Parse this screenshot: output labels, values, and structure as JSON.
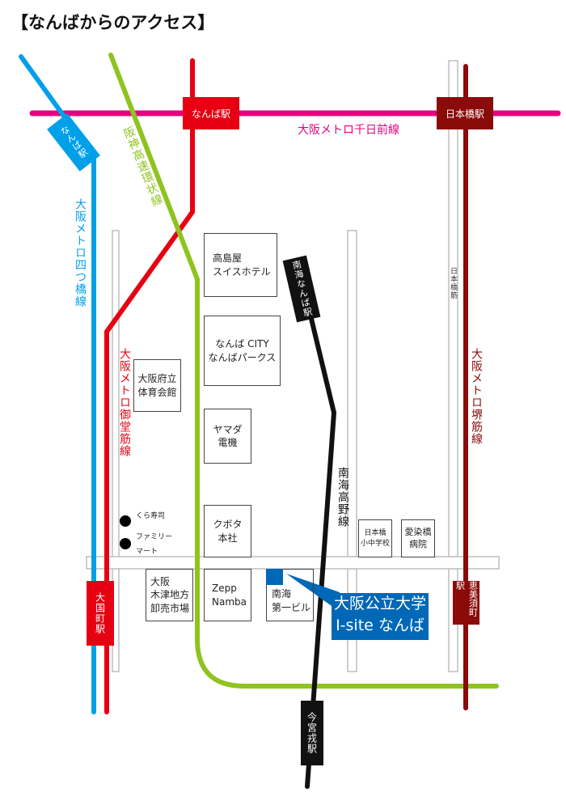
{
  "title": "【なんばからのアクセス】",
  "colors": {
    "sennichimae": "#e4007f",
    "midosuji": "#e60012",
    "yotsubashi": "#00a0e9",
    "hanshin": "#8fc31f",
    "nankai": "#111111",
    "sakaisuji": "#8b0a0a",
    "road": "#bdbdbd",
    "callout": "#0068b7"
  },
  "lines": {
    "sennichimae": "大阪メトロ千日前線",
    "yotsubashi": "大阪メトロ四つ橋線",
    "hanshin": "阪神高速環状線",
    "midosuji": "大阪メトロ御堂筋線",
    "nankai": "南海高野線",
    "sakaisuji": "大阪メトロ堺筋線",
    "nipponbashisuji": "日本橋筋"
  },
  "stations": {
    "namba_midosuji": "なんば駅",
    "namba_yotsubashi": "なんば駅",
    "nipponbashi": "日本橋駅",
    "nankai_namba": "南海なんば駅",
    "daikokucho": "大国町駅",
    "ebisucho": "恵美須町駅",
    "imamiyaebisu": "今宮戎駅"
  },
  "buildings": {
    "takashimaya": "高島屋\nスイスホテル",
    "nambacity": "なんば CITY\nなんばパークス",
    "gym": "大阪府立\n体育会館",
    "yamada": "ヤマダ\n電機",
    "kubota": "クボタ\n本社",
    "school": "日本橋\n小中学校",
    "hospital": "愛染橋\n病院",
    "market": "大阪\n木津地方\n卸売市場",
    "zepp": "Zepp\nNamba",
    "nankai_bldg": "南海\n第一ビル"
  },
  "poi": {
    "kura": "くら寿司",
    "familymart": "ファミリー\nマート"
  },
  "destination": {
    "line1": "大阪公立大学",
    "line2": "I-site なんば"
  }
}
